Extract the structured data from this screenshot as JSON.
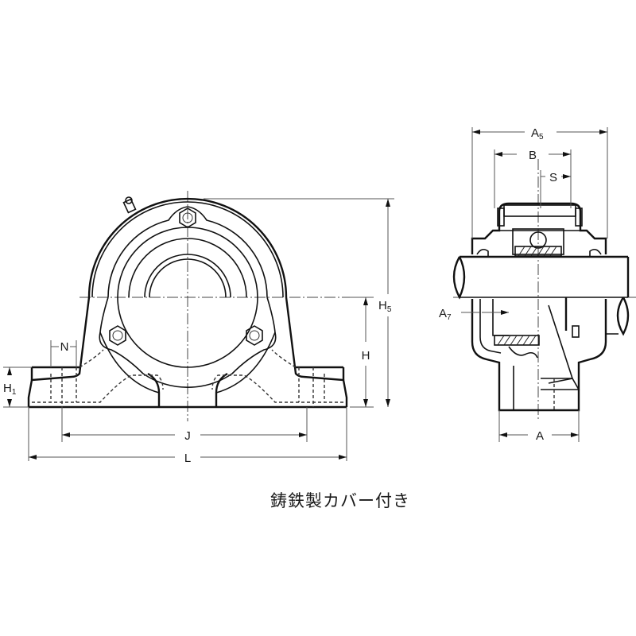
{
  "figure": {
    "caption": "鋳鉄製カバー付き",
    "front_view": {
      "dimensions": {
        "L": "L",
        "J": "J",
        "H": "H",
        "H5_main": "H",
        "H5_sub": "5",
        "H1_main": "H",
        "H1_sub": "1",
        "N": "N"
      }
    },
    "side_view": {
      "dimensions": {
        "A5_main": "A",
        "A5_sub": "5",
        "B": "B",
        "S": "S",
        "A7_main": "A",
        "A7_sub": "7",
        "A": "A"
      }
    },
    "colors": {
      "line": "#111111",
      "background": "#ffffff"
    }
  }
}
